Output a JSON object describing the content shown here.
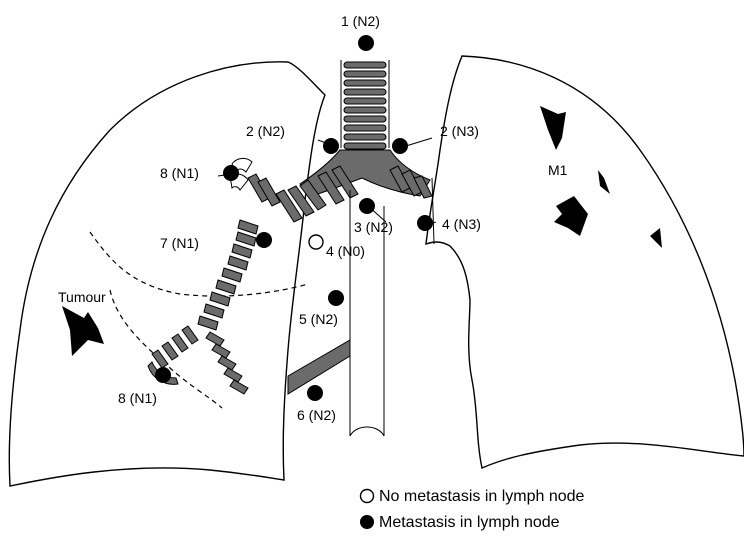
{
  "labels": {
    "n1_top": "1 (N2)",
    "n2_left": "2 (N2)",
    "n2_right": "2 (N3)",
    "n8_upper": "8 (N1)",
    "n7": "7 (N1)",
    "n3": "3 (N2)",
    "n4_right": "4 (N3)",
    "n4_left": "4 (N0)",
    "n5": "5 (N2)",
    "n6": "6 (N2)",
    "n8_lower": "8 (N1)",
    "tumour": "Tumour",
    "m1": "M1"
  },
  "legend": {
    "negative": "No metastasis in lymph node",
    "positive": "Metastasis in lymph node"
  }
}
